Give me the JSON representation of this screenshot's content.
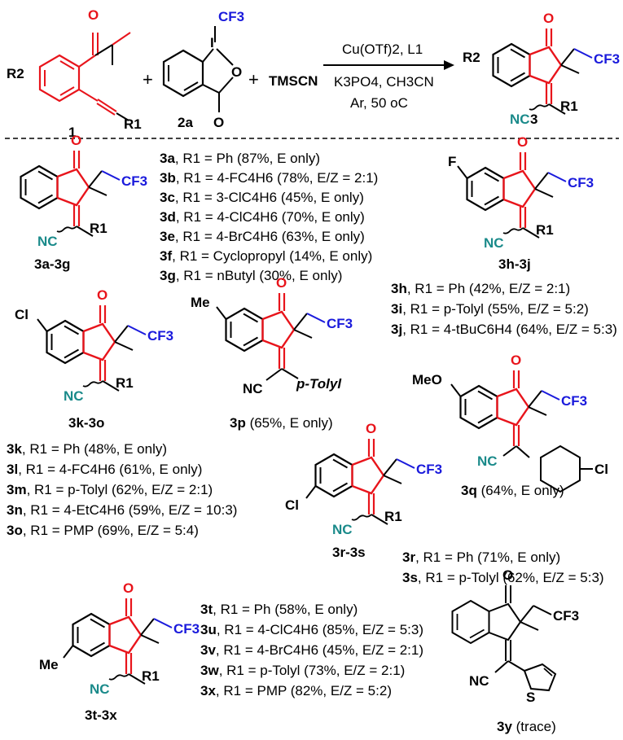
{
  "reaction": {
    "reactant1_label": "1",
    "reactant2_label": "2a",
    "product_label": "3",
    "plus": "+",
    "cyanide_source": "TMSCN",
    "conditions_line1": "Cu(OTf)2, L1",
    "conditions_line2": "K3PO4, CH3CN",
    "conditions_line3": "Ar, 50 oC"
  },
  "atoms": {
    "o": "O",
    "i": "I",
    "f": "F",
    "cl": "Cl",
    "me": "Me",
    "meo": "MeO",
    "nc": "NC",
    "cf3": "CF3",
    "r1": "R1",
    "r2": "R2",
    "s": "S",
    "p_tolyl": "p-Tolyl"
  },
  "series": [
    {
      "group": "3a-3g",
      "entries": [
        {
          "id": "3a",
          "text": ", R1 = Ph (87%, E only)"
        },
        {
          "id": "3b",
          "text": ", R1 = 4-FC4H6 (78%, E/Z = 2:1)"
        },
        {
          "id": "3c",
          "text": ", R1 = 3-ClC4H6 (45%, E only)"
        },
        {
          "id": "3d",
          "text": ", R1 = 4-ClC4H6 (70%, E only)"
        },
        {
          "id": "3e",
          "text": ", R1 = 4-BrC4H6 (63%, E only)"
        },
        {
          "id": "3f",
          "text": ", R1 = Cyclopropyl (14%, E only)"
        },
        {
          "id": "3g",
          "text": ", R1 = nButyl (30%, E only)"
        }
      ]
    },
    {
      "group": "3h-3j",
      "entries": [
        {
          "id": "3h",
          "text": ", R1 = Ph (42%, E/Z = 2:1)"
        },
        {
          "id": "3i",
          "text": ", R1 = p-Tolyl (55%, E/Z = 5:2)"
        },
        {
          "id": "3j",
          "text": ", R1 = 4-tBuC6H4 (64%, E/Z = 5:3)"
        }
      ]
    },
    {
      "group": "3k-3o",
      "entries": [
        {
          "id": "3k",
          "text": ", R1 = Ph (48%, E only)"
        },
        {
          "id": "3l",
          "text": ", R1 = 4-FC4H6 (61%, E only)"
        },
        {
          "id": "3m",
          "text": ", R1 = p-Tolyl (62%, E/Z = 2:1)"
        },
        {
          "id": "3n",
          "text": ", R1 = 4-EtC4H6 (59%, E/Z = 10:3)"
        },
        {
          "id": "3o",
          "text": ", R1 = PMP (69%, E/Z = 5:4)"
        }
      ]
    },
    {
      "group": "3r-3s",
      "entries": [
        {
          "id": "3r",
          "text": ", R1 = Ph (71%, E only)"
        },
        {
          "id": "3s",
          "text": ", R1 = p-Tolyl (62%, E/Z = 5:3)"
        }
      ]
    },
    {
      "group": "3t-3x",
      "entries": [
        {
          "id": "3t",
          "text": ", R1 = Ph (58%, E only)"
        },
        {
          "id": "3u",
          "text": ", R1 = 4-ClC4H6 (85%, E/Z = 5:3)"
        },
        {
          "id": "3v",
          "text": ", R1 = 4-BrC4H6 (45%, E/Z = 2:1)"
        },
        {
          "id": "3w",
          "text": ", R1 = p-Tolyl (73%, E/Z = 2:1)"
        },
        {
          "id": "3x",
          "text": ", R1 = PMP (82%, E/Z = 5:2)"
        }
      ]
    }
  ],
  "single_products": [
    {
      "id": "3p",
      "text": " (65%, E only)"
    },
    {
      "id": "3q",
      "text": " (64%, E only)"
    },
    {
      "id": "3y",
      "text": " (trace)"
    }
  ],
  "colors": {
    "indanone_core": "#e8141b",
    "cf3": "#1a1adc",
    "nitrile": "#1a8a8a",
    "bond": "#000000"
  }
}
